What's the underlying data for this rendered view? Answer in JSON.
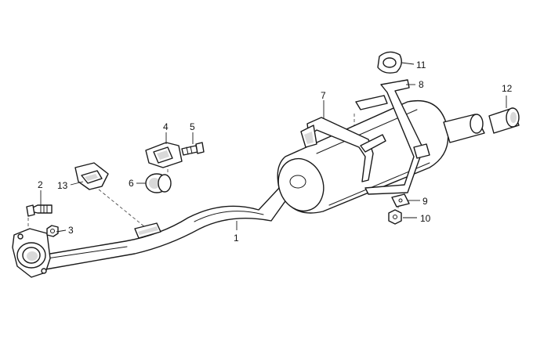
{
  "callouts": {
    "c1": "1",
    "c2": "2",
    "c3": "3",
    "c4": "4",
    "c5": "5",
    "c6": "6",
    "c7": "7",
    "c8": "8",
    "c9": "9",
    "c10": "10",
    "c11": "11",
    "c12": "12",
    "c13": "13"
  },
  "colors": {
    "line": "#1a1a1a",
    "background": "#ffffff",
    "shade": "#d9d9d9"
  }
}
